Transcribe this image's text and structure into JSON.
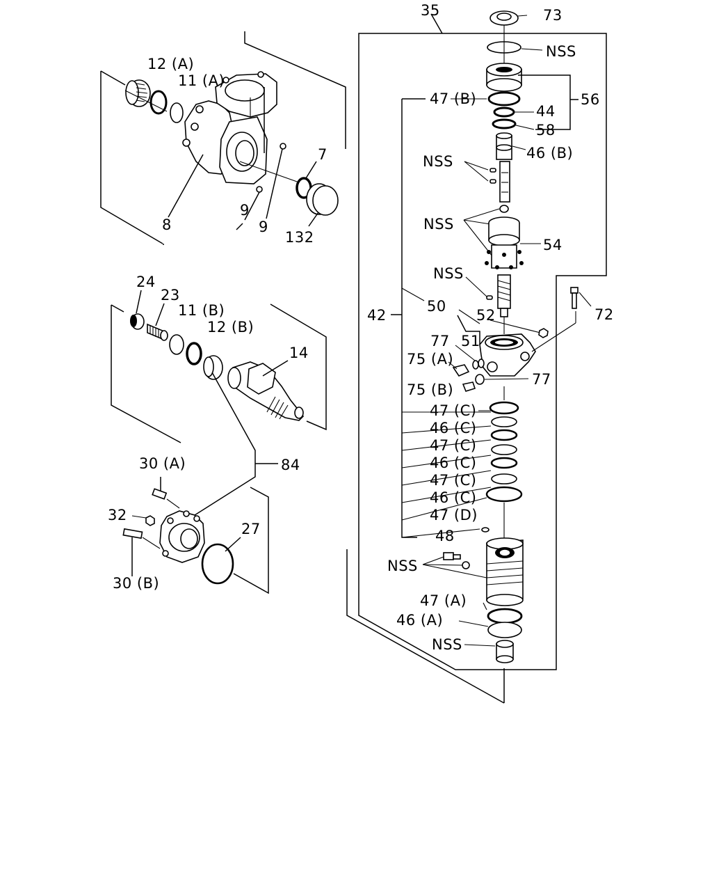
{
  "callouts": {
    "c12a": "12 (A)",
    "c11a": "11 (A)",
    "c8": "8",
    "c9a": "9",
    "c9b": "9",
    "c7": "7",
    "c132": "132",
    "c24": "24",
    "c23": "23",
    "c11b": "11 (B)",
    "c12b": "12 (B)",
    "c14": "14",
    "c84": "84",
    "c30a": "30 (A)",
    "c32": "32",
    "c30b": "30 (B)",
    "c27": "27",
    "c35": "35",
    "c73": "73",
    "cnss1": "NSS",
    "c47b": "47 (B)",
    "c56": "56",
    "c44": "44",
    "c58": "58",
    "c46b": "46 (B)",
    "cnss2": "NSS",
    "cnss3": "NSS",
    "c54": "54",
    "cnss4": "NSS",
    "c42": "42",
    "c50": "50",
    "c52": "52",
    "c72": "72",
    "c77a": "77",
    "c51": "51",
    "c75a": "75 (A)",
    "c75b": "75 (B)",
    "c77b": "77",
    "c47c1": "47 (C)",
    "c46c1": "46 (C)",
    "c47c2": "47 (C)",
    "c46c2": "46 (C)",
    "c47c3": "47 (C)",
    "c46c3": "46 (C)",
    "c47d": "47 (D)",
    "c48": "48",
    "cnss5": "NSS",
    "c47a": "47 (A)",
    "c46a": "46 (A)",
    "cnss6": "NSS"
  }
}
